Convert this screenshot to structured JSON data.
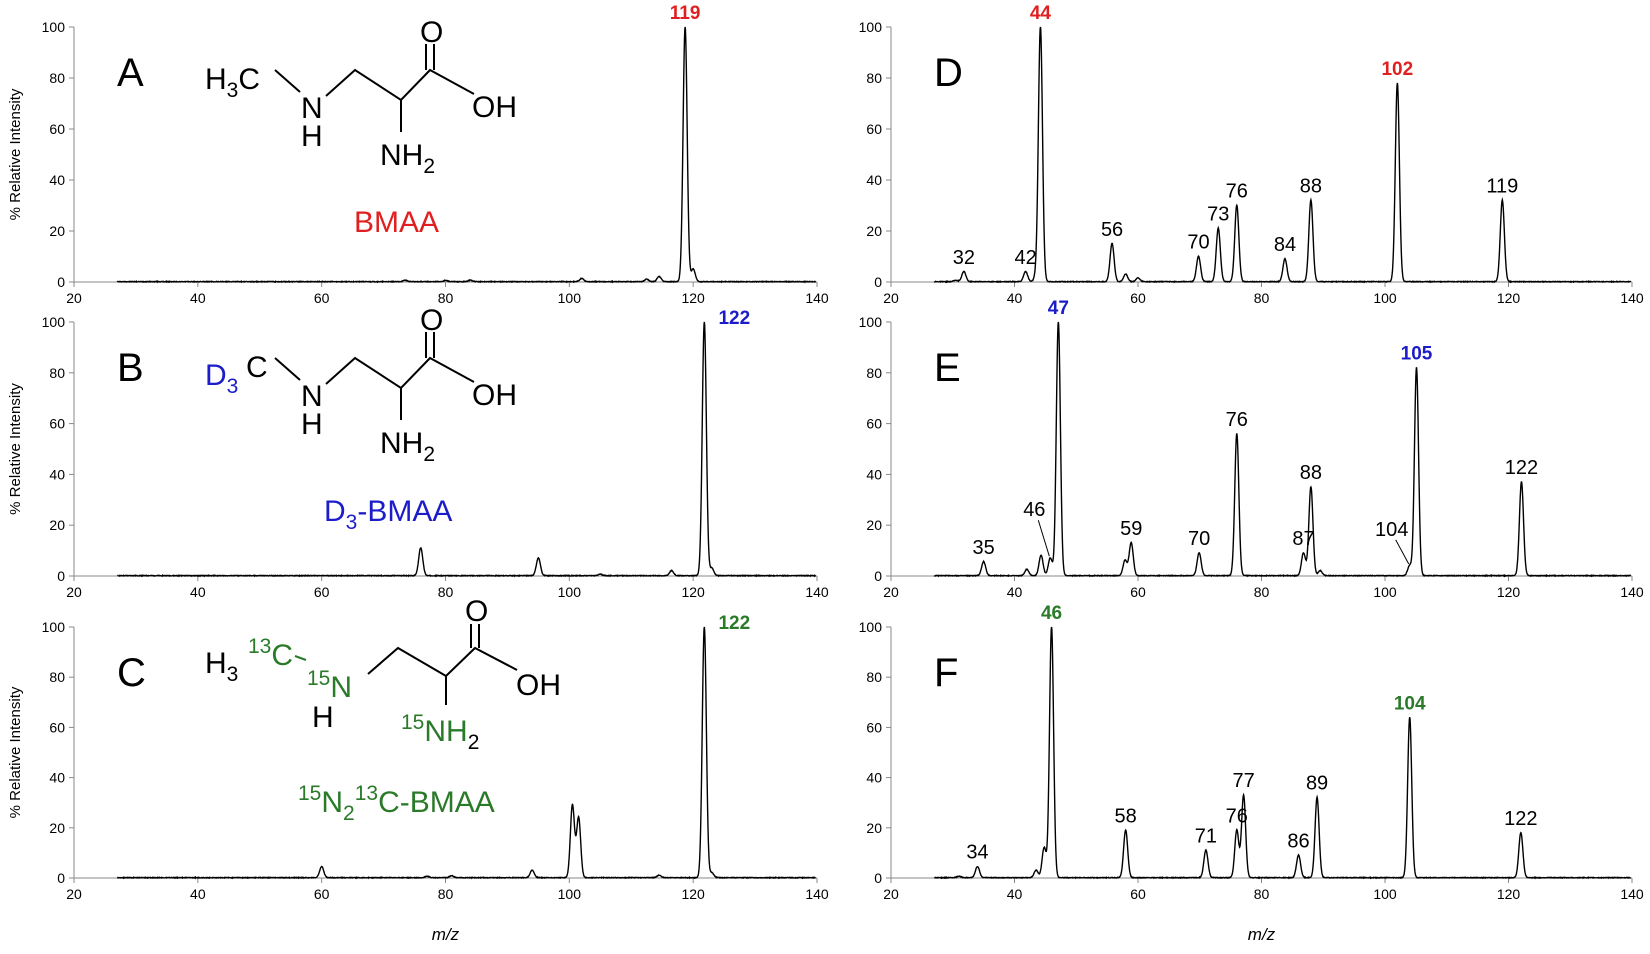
{
  "colors": {
    "red": "#e02020",
    "blue": "#1c1cc8",
    "green": "#2a7a2a",
    "black": "#000000"
  },
  "chart_data": [
    {
      "id": "A",
      "type": "line",
      "panel_label": "A",
      "xlim": [
        20,
        140
      ],
      "ylim": [
        0,
        100
      ],
      "xticks": [
        "20",
        "40",
        "60",
        "80",
        "100",
        "120",
        "140"
      ],
      "yticks": [
        "0",
        "20",
        "40",
        "60",
        "80",
        "100"
      ],
      "ylabel": "% Relative Intensity",
      "xlabel": "",
      "color_key": "red",
      "peaks": [
        [
          73.5,
          0.6
        ],
        [
          80,
          0.5
        ],
        [
          84,
          0.6
        ],
        [
          102,
          1.3
        ],
        [
          112.5,
          1
        ],
        [
          114.5,
          2
        ],
        [
          118.7,
          100
        ],
        [
          120,
          5
        ]
      ],
      "labels": [
        {
          "x": 118.7,
          "text": "119",
          "highlight": true
        }
      ],
      "molecule": {
        "left": "H",
        "left_sub": "3",
        "left_tail": "C",
        "n": "N",
        "h": "H",
        "o": "O",
        "oh": "OH",
        "nh": "NH",
        "nh_sub": "2",
        "name": "BMAA"
      }
    },
    {
      "id": "B",
      "type": "line",
      "panel_label": "B",
      "xlim": [
        20,
        140
      ],
      "ylim": [
        0,
        100
      ],
      "xticks": [
        "20",
        "40",
        "60",
        "80",
        "100",
        "120",
        "140"
      ],
      "yticks": [
        "0",
        "20",
        "40",
        "60",
        "80",
        "100"
      ],
      "ylabel": "% Relative Intensity",
      "xlabel": "",
      "color_key": "blue",
      "peaks": [
        [
          76,
          11
        ],
        [
          95,
          7
        ],
        [
          105,
          0.6
        ],
        [
          116.5,
          2
        ],
        [
          121.8,
          100
        ],
        [
          123,
          3
        ]
      ],
      "labels": [
        {
          "x": 121.8,
          "text": "122",
          "highlight": true
        }
      ],
      "molecule": {
        "left": "D",
        "left_sub": "3",
        "left_tail": "C",
        "n": "N",
        "h": "H",
        "o": "O",
        "oh": "OH",
        "nh": "NH",
        "nh_sub": "2",
        "name_a": "D",
        "name_sub": "3",
        "name_b": "-BMAA"
      }
    },
    {
      "id": "C",
      "type": "line",
      "panel_label": "C",
      "xlim": [
        20,
        140
      ],
      "ylim": [
        0,
        100
      ],
      "xticks": [
        "20",
        "40",
        "60",
        "80",
        "100",
        "120",
        "140"
      ],
      "yticks": [
        "0",
        "20",
        "40",
        "60",
        "80",
        "100"
      ],
      "ylabel": "% Relative Intensity",
      "xlabel": "m/z",
      "color_key": "green",
      "peaks": [
        [
          60,
          4.5
        ],
        [
          77,
          0.6
        ],
        [
          81,
          0.8
        ],
        [
          94,
          3
        ],
        [
          100.5,
          29
        ],
        [
          101.5,
          24
        ],
        [
          114.5,
          1
        ],
        [
          121.8,
          100
        ],
        [
          123,
          2
        ]
      ],
      "labels": [
        {
          "x": 121.8,
          "text": "122",
          "highlight": true
        }
      ],
      "molecule": {
        "h3": "H",
        "h3_sub": "3",
        "c_sup": "13",
        "c": "C",
        "n_sup": "15",
        "n": "N",
        "h": "H",
        "o": "O",
        "oh": "OH",
        "nh_sup": "15",
        "nh": "NH",
        "nh_sub": "2",
        "name_sup1": "15",
        "name_n": "N",
        "name_sub": "2",
        "name_sup2": "13",
        "name_c": "C-BMAA"
      }
    },
    {
      "id": "D",
      "type": "line",
      "panel_label": "D",
      "xlim": [
        20,
        140
      ],
      "ylim": [
        0,
        100
      ],
      "xticks": [
        "20",
        "40",
        "60",
        "80",
        "100",
        "120",
        "140"
      ],
      "yticks": [
        "0",
        "20",
        "40",
        "60",
        "80",
        "100"
      ],
      "ylabel": "",
      "xlabel": "",
      "color_key": "red",
      "peaks": [
        [
          30.5,
          0.6
        ],
        [
          31.8,
          4
        ],
        [
          41.8,
          4
        ],
        [
          43.5,
          2
        ],
        [
          44.2,
          100
        ],
        [
          55.8,
          15
        ],
        [
          58,
          3
        ],
        [
          60,
          1.5
        ],
        [
          69.8,
          10
        ],
        [
          73,
          21
        ],
        [
          76,
          30
        ],
        [
          83.8,
          9
        ],
        [
          88,
          32
        ],
        [
          102,
          78
        ],
        [
          119,
          32
        ]
      ],
      "labels": [
        {
          "x": 44.2,
          "text": "44",
          "highlight": true
        },
        {
          "x": 31.8,
          "text": "32"
        },
        {
          "x": 41.8,
          "text": "42"
        },
        {
          "x": 55.8,
          "text": "56"
        },
        {
          "x": 69.8,
          "text": "70"
        },
        {
          "x": 73,
          "text": "73"
        },
        {
          "x": 76,
          "text": "76"
        },
        {
          "x": 83.8,
          "text": "84"
        },
        {
          "x": 88,
          "text": "88"
        },
        {
          "x": 102,
          "text": "102",
          "highlight": true
        },
        {
          "x": 119,
          "text": "119"
        }
      ]
    },
    {
      "id": "E",
      "type": "line",
      "panel_label": "E",
      "xlim": [
        20,
        140
      ],
      "ylim": [
        0,
        100
      ],
      "xticks": [
        "20",
        "40",
        "60",
        "80",
        "100",
        "120",
        "140"
      ],
      "yticks": [
        "0",
        "20",
        "40",
        "60",
        "80",
        "100"
      ],
      "ylabel": "",
      "xlabel": "",
      "color_key": "blue",
      "peaks": [
        [
          35,
          5.5
        ],
        [
          42,
          2.5
        ],
        [
          44.3,
          8
        ],
        [
          45.8,
          7
        ],
        [
          47.1,
          100
        ],
        [
          57.9,
          6
        ],
        [
          58.9,
          13
        ],
        [
          69.9,
          9
        ],
        [
          76,
          56
        ],
        [
          86.8,
          9
        ],
        [
          88,
          35
        ],
        [
          89.5,
          2
        ],
        [
          104,
          4
        ],
        [
          105.1,
          82
        ],
        [
          122.1,
          37
        ]
      ],
      "labels": [
        {
          "x": 47.1,
          "text": "47",
          "highlight": true
        },
        {
          "x": 35,
          "text": "35"
        },
        {
          "x": 45.8,
          "text": "46",
          "leader": true
        },
        {
          "x": 58.9,
          "text": "59"
        },
        {
          "x": 69.9,
          "text": "70"
        },
        {
          "x": 76,
          "text": "76"
        },
        {
          "x": 86.8,
          "text": "87"
        },
        {
          "x": 88,
          "text": "88"
        },
        {
          "x": 104,
          "text": "104",
          "leader": true
        },
        {
          "x": 105.1,
          "text": "105",
          "highlight": true
        },
        {
          "x": 122.1,
          "text": "122"
        }
      ]
    },
    {
      "id": "F",
      "type": "line",
      "panel_label": "F",
      "xlim": [
        20,
        140
      ],
      "ylim": [
        0,
        100
      ],
      "xticks": [
        "20",
        "40",
        "60",
        "80",
        "100",
        "120",
        "140"
      ],
      "yticks": [
        "0",
        "20",
        "40",
        "60",
        "80",
        "100"
      ],
      "ylabel": "",
      "xlabel": "m/z",
      "color_key": "green",
      "peaks": [
        [
          31,
          0.6
        ],
        [
          34,
          4.5
        ],
        [
          43.5,
          3
        ],
        [
          44.8,
          12
        ],
        [
          46,
          100
        ],
        [
          58,
          19
        ],
        [
          71,
          11
        ],
        [
          76,
          19
        ],
        [
          77.1,
          33
        ],
        [
          86,
          9
        ],
        [
          89,
          32
        ],
        [
          104,
          64
        ],
        [
          122,
          18
        ]
      ],
      "labels": [
        {
          "x": 46,
          "text": "46",
          "highlight": true
        },
        {
          "x": 34,
          "text": "34"
        },
        {
          "x": 58,
          "text": "58"
        },
        {
          "x": 71,
          "text": "71"
        },
        {
          "x": 76,
          "text": "76"
        },
        {
          "x": 77.1,
          "text": "77"
        },
        {
          "x": 86,
          "text": "86"
        },
        {
          "x": 89,
          "text": "89"
        },
        {
          "x": 104,
          "text": "104",
          "highlight": true
        },
        {
          "x": 122,
          "text": "122"
        }
      ]
    }
  ]
}
